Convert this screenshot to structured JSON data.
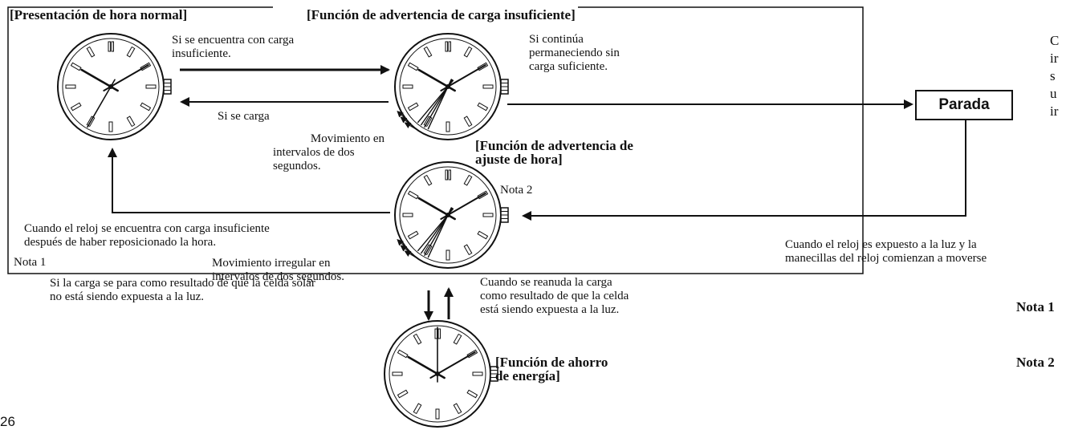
{
  "titles": {
    "normal": "[Presentación de hora normal]",
    "insufficient": "[Función de advertencia de carga insuficiente]",
    "time_setting_1": "[Función de advertencia de",
    "time_setting_2": "ajuste de hora]",
    "energy_saving_1": "[Función de ahorro",
    "energy_saving_2": "de energía]"
  },
  "labels": {
    "insufficient_1": "Si se encuentra con carga",
    "insufficient_2": "insuficiente.",
    "continues_1": "Si continúa",
    "continues_2": "permaneciendo sin",
    "continues_3": "carga suficiente.",
    "charged": "Si se carga",
    "movement_1": "Movimiento en",
    "movement_2": "intervalos de dos",
    "movement_3": "segundos.",
    "nota2_inline": "Nota 2",
    "after_reset_1": "Cuando el reloj se encuentra con carga insuficiente",
    "after_reset_2": "después de haber reposicionado la hora.",
    "nota1_inline": "Nota 1",
    "irregular_1": "Movimiento irregular en",
    "irregular_2": "intervalos de dos segundos.",
    "stop_1": "Si la carga se para como resultado de que la celda solar",
    "stop_2": "no está siendo expuesta a la luz.",
    "resume_1": "Cuando se reanuda la carga",
    "resume_2": "como resultado de que la celda",
    "resume_3": "está siendo expuesta a la luz.",
    "exposed_1": "Cuando el reloj es expuesto a la luz y la",
    "exposed_2": "manecillas del reloj comienzan a moverse",
    "right_1": "C",
    "right_2": "ir",
    "right_3": "s",
    "right_4": "u",
    "right_5": "ir",
    "nota1_right": "Nota 1",
    "nota2_right": "Nota 2",
    "page_number": "26"
  },
  "parada": "Parada"
}
